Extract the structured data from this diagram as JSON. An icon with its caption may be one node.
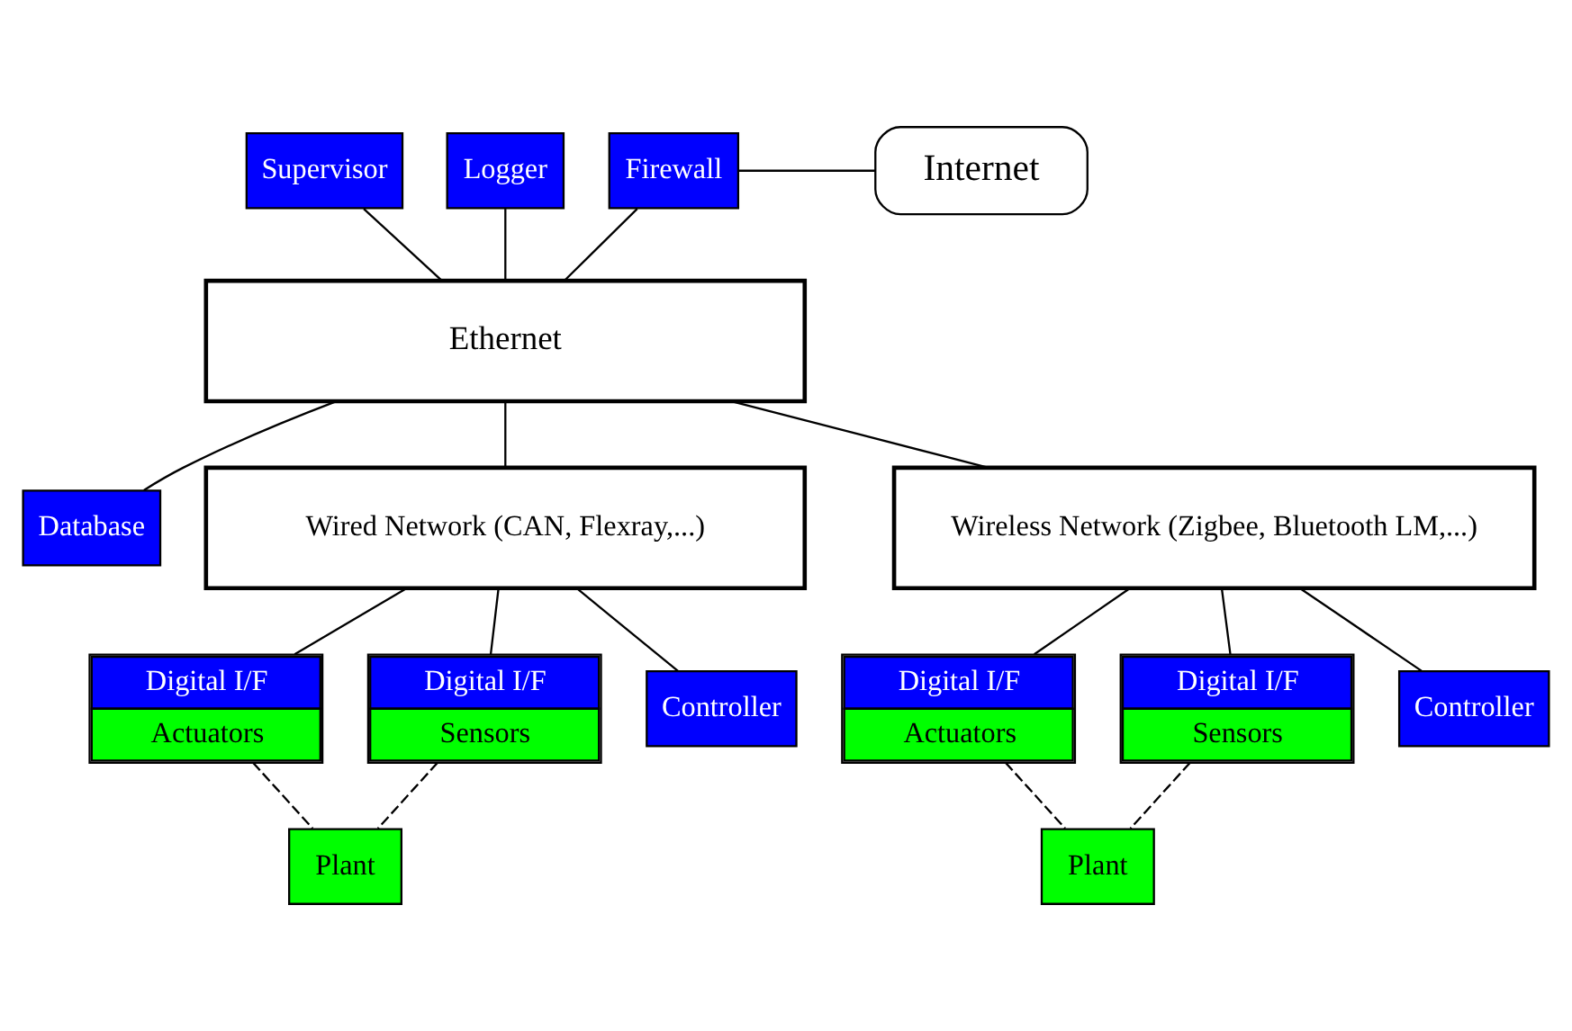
{
  "diagram": {
    "nodes": [
      {
        "text": [
          "Supervisor"
        ]
      },
      {
        "text": [
          "Logger"
        ]
      },
      {
        "text": [
          "Firewall"
        ]
      },
      {
        "text": [
          "Internet"
        ]
      },
      {
        "text": [
          "Ethernet"
        ]
      },
      {
        "text": [
          "Database"
        ]
      },
      {
        "text": [
          "Wired Network (CAN, Flexray,...)"
        ]
      },
      {
        "text": [
          "Wireless Network (Zigbee, Bluetooth LM,...)"
        ]
      },
      {
        "text": [
          "Digital I/F",
          "Actuators"
        ]
      },
      {
        "text": [
          "Digital I/F",
          "Sensors"
        ]
      },
      {
        "text": [
          "Controller"
        ]
      },
      {
        "text": [
          "Plant"
        ]
      },
      {
        "text": [
          "Digital I/F",
          "Actuators"
        ]
      },
      {
        "text": [
          "Digital I/F",
          "Sensors"
        ]
      },
      {
        "text": [
          "Controller"
        ]
      },
      {
        "text": [
          "Plant"
        ]
      }
    ],
    "edges": [
      {
        "from": 0,
        "to": 4,
        "arrow": "none"
      },
      {
        "from": 1,
        "to": 4,
        "arrow": "none"
      },
      {
        "from": 2,
        "to": 4,
        "arrow": "none"
      },
      {
        "from": 2,
        "to": 3,
        "arrow": "none"
      },
      {
        "from": 4,
        "to": 5,
        "arrow": "none"
      },
      {
        "from": 4,
        "to": 6,
        "arrow": "none"
      },
      {
        "from": 4,
        "to": 7,
        "arrow": "none"
      },
      {
        "from": 6,
        "to": 8,
        "arrow": "none"
      },
      {
        "from": 6,
        "to": 9,
        "arrow": "none"
      },
      {
        "from": 6,
        "to": 10,
        "arrow": "none"
      },
      {
        "from": 7,
        "to": 12,
        "arrow": "none"
      },
      {
        "from": 7,
        "to": 13,
        "arrow": "none"
      },
      {
        "from": 7,
        "to": 14,
        "arrow": "none"
      },
      {
        "from": 8,
        "to": 11,
        "arrow": "none",
        "style": "dashed"
      },
      {
        "from": 9,
        "to": 11,
        "arrow": "none",
        "style": "dashed"
      },
      {
        "from": 12,
        "to": 15,
        "arrow": "none",
        "style": "dashed"
      },
      {
        "from": 13,
        "to": 15,
        "arrow": "none",
        "style": "dashed"
      }
    ]
  }
}
